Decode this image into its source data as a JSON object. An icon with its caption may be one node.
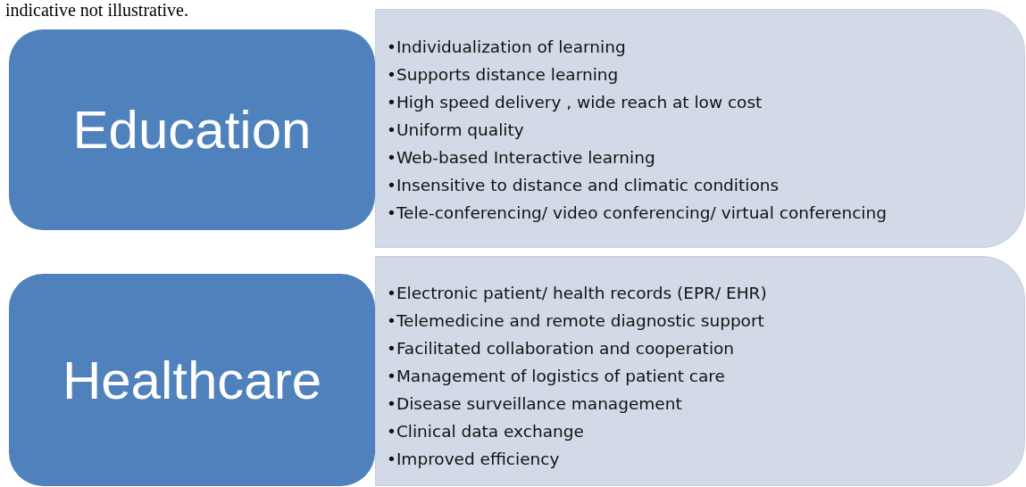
{
  "diagram": {
    "nodes": [
      {
        "text": [
          "Education"
        ]
      },
      {
        "text": [
          "•Individualization of learning",
          "•Supports distance learning",
          "•High speed delivery , wide reach at low cost",
          "•Uniform quality",
          "•Web-based Interactive learning",
          "•Insensitive to distance and climatic conditions",
          "•Tele-conferencing/ video conferencing/ virtual conferencing"
        ]
      },
      {
        "text": [
          "Healthcare"
        ]
      },
      {
        "text": [
          "•Electronic patient/ health records (EPR/ EHR)",
          "•Telemedicine and remote diagnostic support",
          "•Facilitated collaboration and cooperation",
          "•Management of logistics of patient care",
          "•Disease surveillance management",
          "•Clinical data exchange",
          "•Improved efficiency"
        ]
      }
    ],
    "labels": [
      "indicative not illustrative."
    ]
  }
}
